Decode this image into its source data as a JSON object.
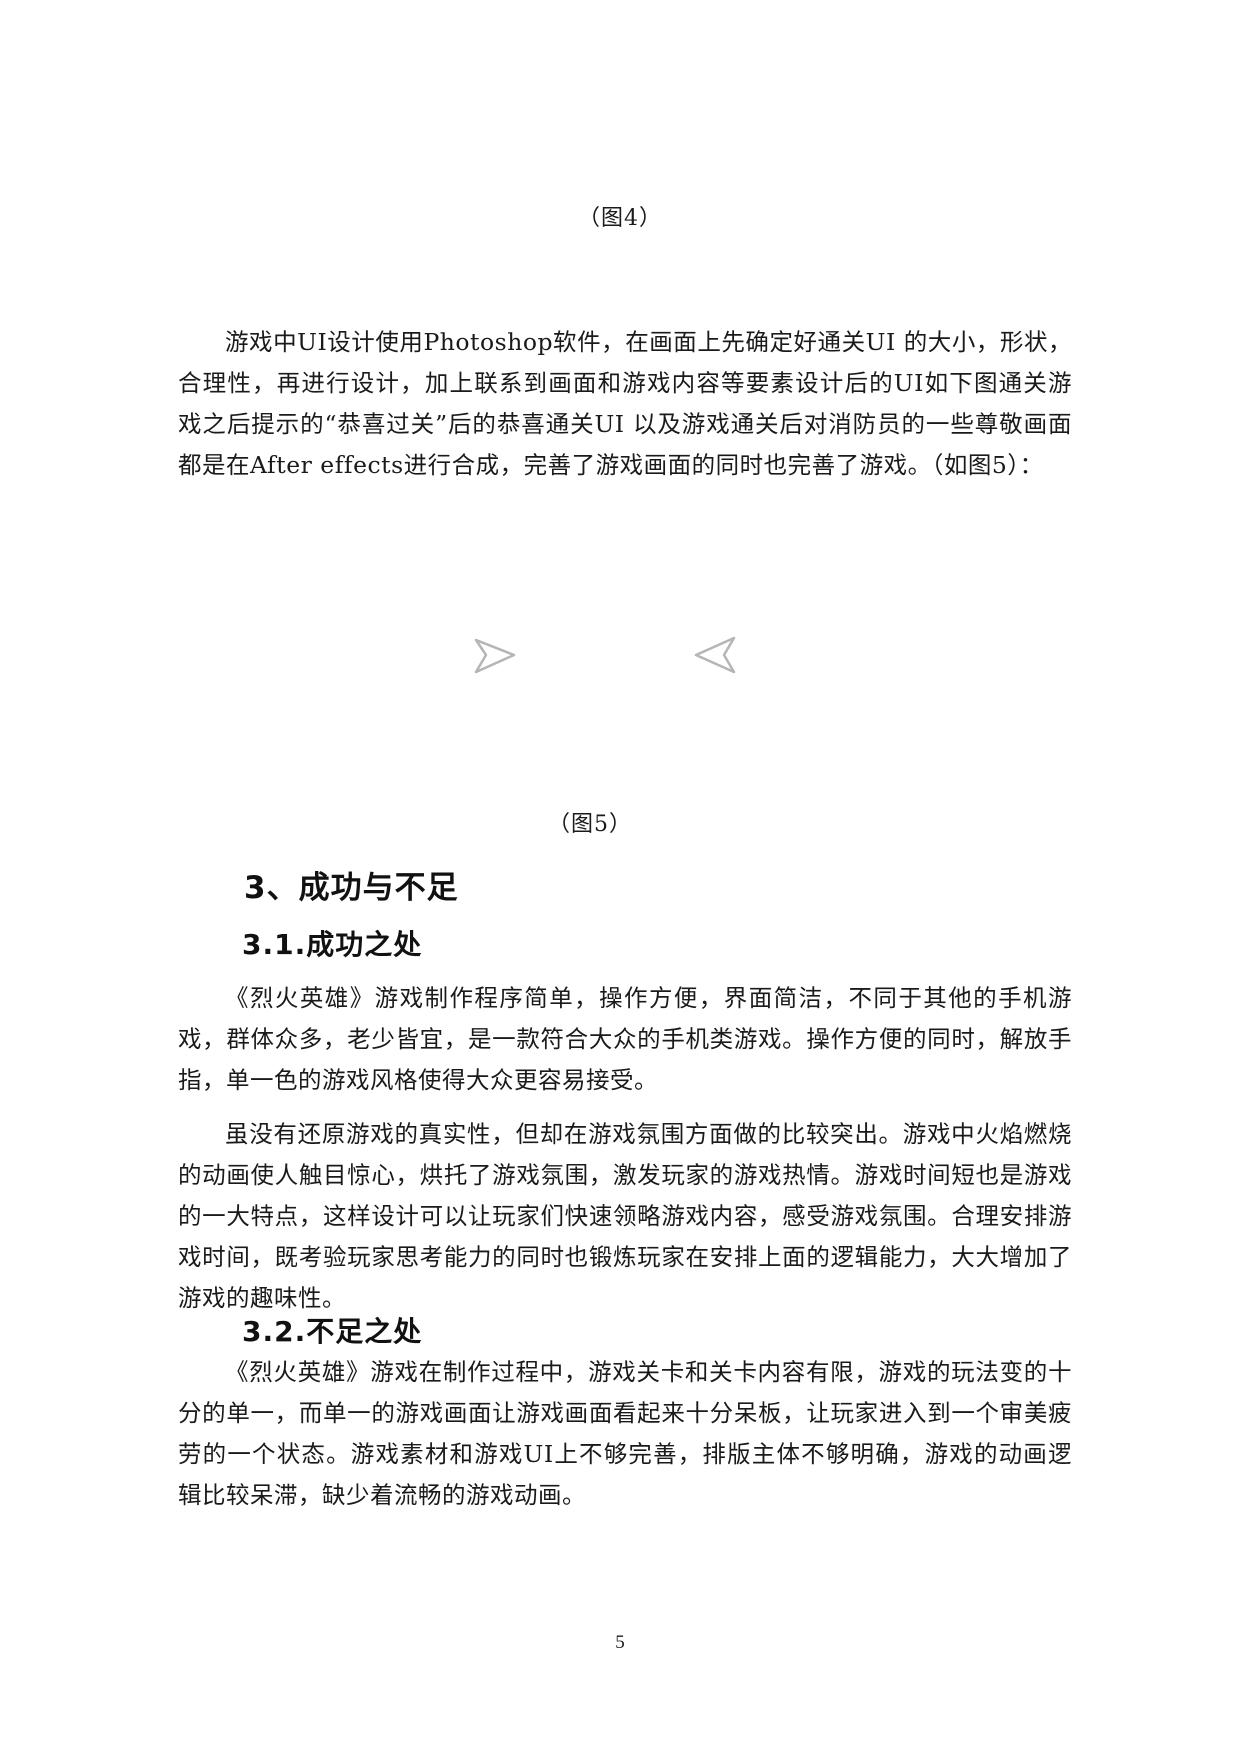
{
  "figure4": {
    "caption": "（图4）"
  },
  "intro_paragraph": "游戏中UI设计使用Photoshop软件，在画面上先确定好通关UI 的大小，形状，合理性，再进行设计，加上联系到画面和游戏内容等要素设计后的UI如下图通关游戏之后提示的“恭喜过关”后的恭喜通关UI 以及游戏通关后对消防员的一些尊敬画面都是在After effects进行合成，完善了游戏画面的同时也完善了游戏。（如图5）：",
  "figure5": {
    "caption": "（图5）",
    "icons": [
      "send-arrow-right-icon",
      "send-arrow-left-icon"
    ]
  },
  "section3": {
    "heading": "3、成功与不足",
    "subsection1": {
      "heading": "3.1.成功之处",
      "paragraphs": [
        "《烈火英雄》游戏制作程序简单，操作方便，界面简洁，不同于其他的手机游戏，群体众多，老少皆宜，是一款符合大众的手机类游戏。操作方便的同时，解放手指，单一色的游戏风格使得大众更容易接受。",
        "虽没有还原游戏的真实性，但却在游戏氛围方面做的比较突出。游戏中火焰燃烧的动画使人触目惊心，烘托了游戏氛围，激发玩家的游戏热情。游戏时间短也是游戏的一大特点，这样设计可以让玩家们快速领略游戏内容，感受游戏氛围。合理安排游戏时间，既考验玩家思考能力的同时也锻炼玩家在安排上面的逻辑能力，大大增加了游戏的趣味性。"
      ]
    },
    "subsection2": {
      "heading": "3.2.不足之处",
      "paragraphs": [
        "《烈火英雄》游戏在制作过程中，游戏关卡和关卡内容有限，游戏的玩法变的十分的单一，而单一的游戏画面让游戏画面看起来十分呆板，让玩家进入到一个审美疲劳的一个状态。游戏素材和游戏UI上不够完善，排版主体不够明确，游戏的动画逻辑比较呆滞，缺少着流畅的游戏动画。"
      ]
    }
  },
  "page_number": "5",
  "colors": {
    "text": "#1a1a1a",
    "icon_stroke": "#b5b5b5"
  }
}
